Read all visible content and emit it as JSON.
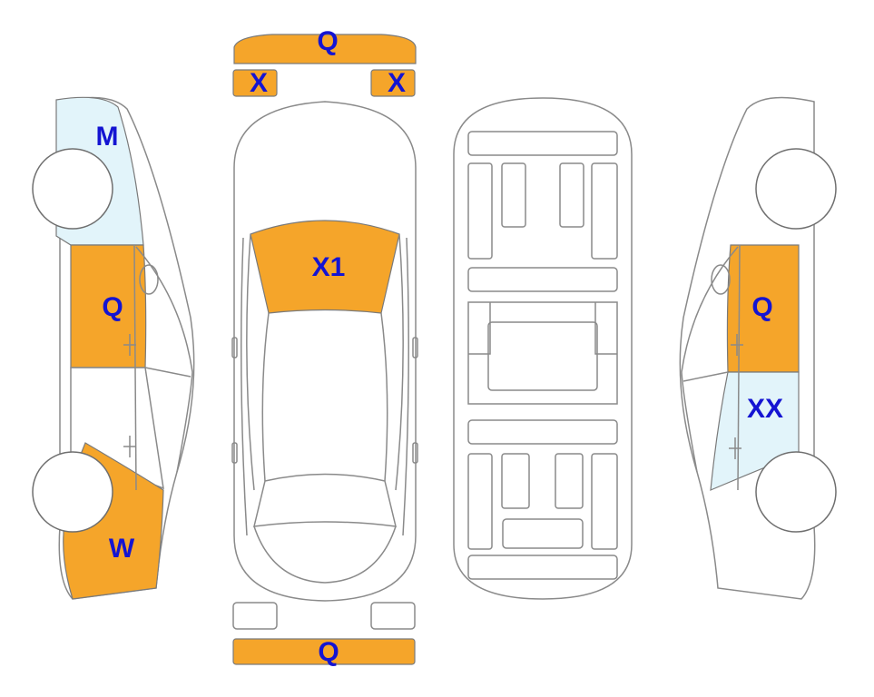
{
  "colors": {
    "damage_orange": "#F5A52A",
    "marked_light_blue": "#E2F4FA",
    "label_blue": "#1414D2",
    "outline_gray": "#8A8A8A"
  },
  "zones": {
    "front_bumper": {
      "label": "Q",
      "color": "#F5A52A"
    },
    "left_headlight": {
      "label": "X",
      "color": "#F5A52A"
    },
    "right_headlight": {
      "label": "X",
      "color": "#F5A52A"
    },
    "windshield": {
      "label": "X1",
      "color": "#F5A52A"
    },
    "rear_bumper": {
      "label": "Q",
      "color": "#F5A52A"
    },
    "left_side_front_fender": {
      "label": "M",
      "color": "#E2F4FA"
    },
    "left_side_front_door": {
      "label": "Q",
      "color": "#F5A52A"
    },
    "left_side_rear_quarter": {
      "label": "W",
      "color": "#F5A52A"
    },
    "right_side_front_door": {
      "label": "Q",
      "color": "#F5A52A"
    },
    "right_side_rear_door": {
      "label": "XX",
      "color": "#E2F4FA"
    }
  }
}
